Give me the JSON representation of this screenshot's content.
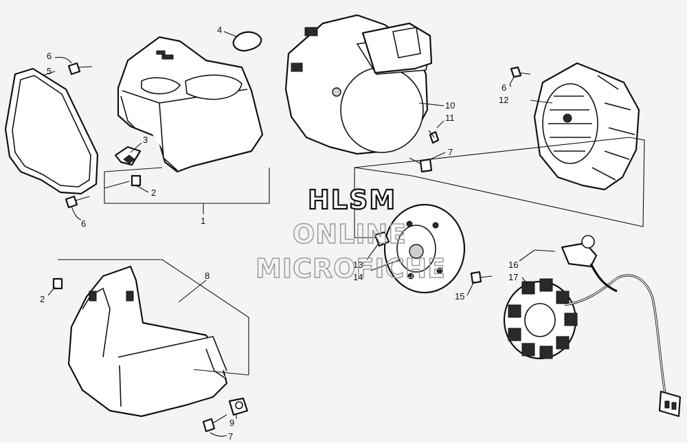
{
  "watermark": {
    "line1": "HLSM",
    "line2": "ONLINE",
    "line3": "MICROFICHE"
  },
  "callouts": {
    "c1": "1",
    "c2a": "2",
    "c2b": "2",
    "c3": "3",
    "c4": "4",
    "c5": "5",
    "c6a": "6",
    "c6b": "6",
    "c6c": "6",
    "c7a": "7",
    "c7b": "7",
    "c8": "8",
    "c9": "9",
    "c10": "10",
    "c11": "11",
    "c12": "12",
    "c13": "13",
    "c14": "14",
    "c15": "15",
    "c16": "16",
    "c17": "17"
  },
  "colors": {
    "background": "#f4f4f4",
    "ink": "#111111",
    "watermark_outline": "#9a9a9a"
  }
}
